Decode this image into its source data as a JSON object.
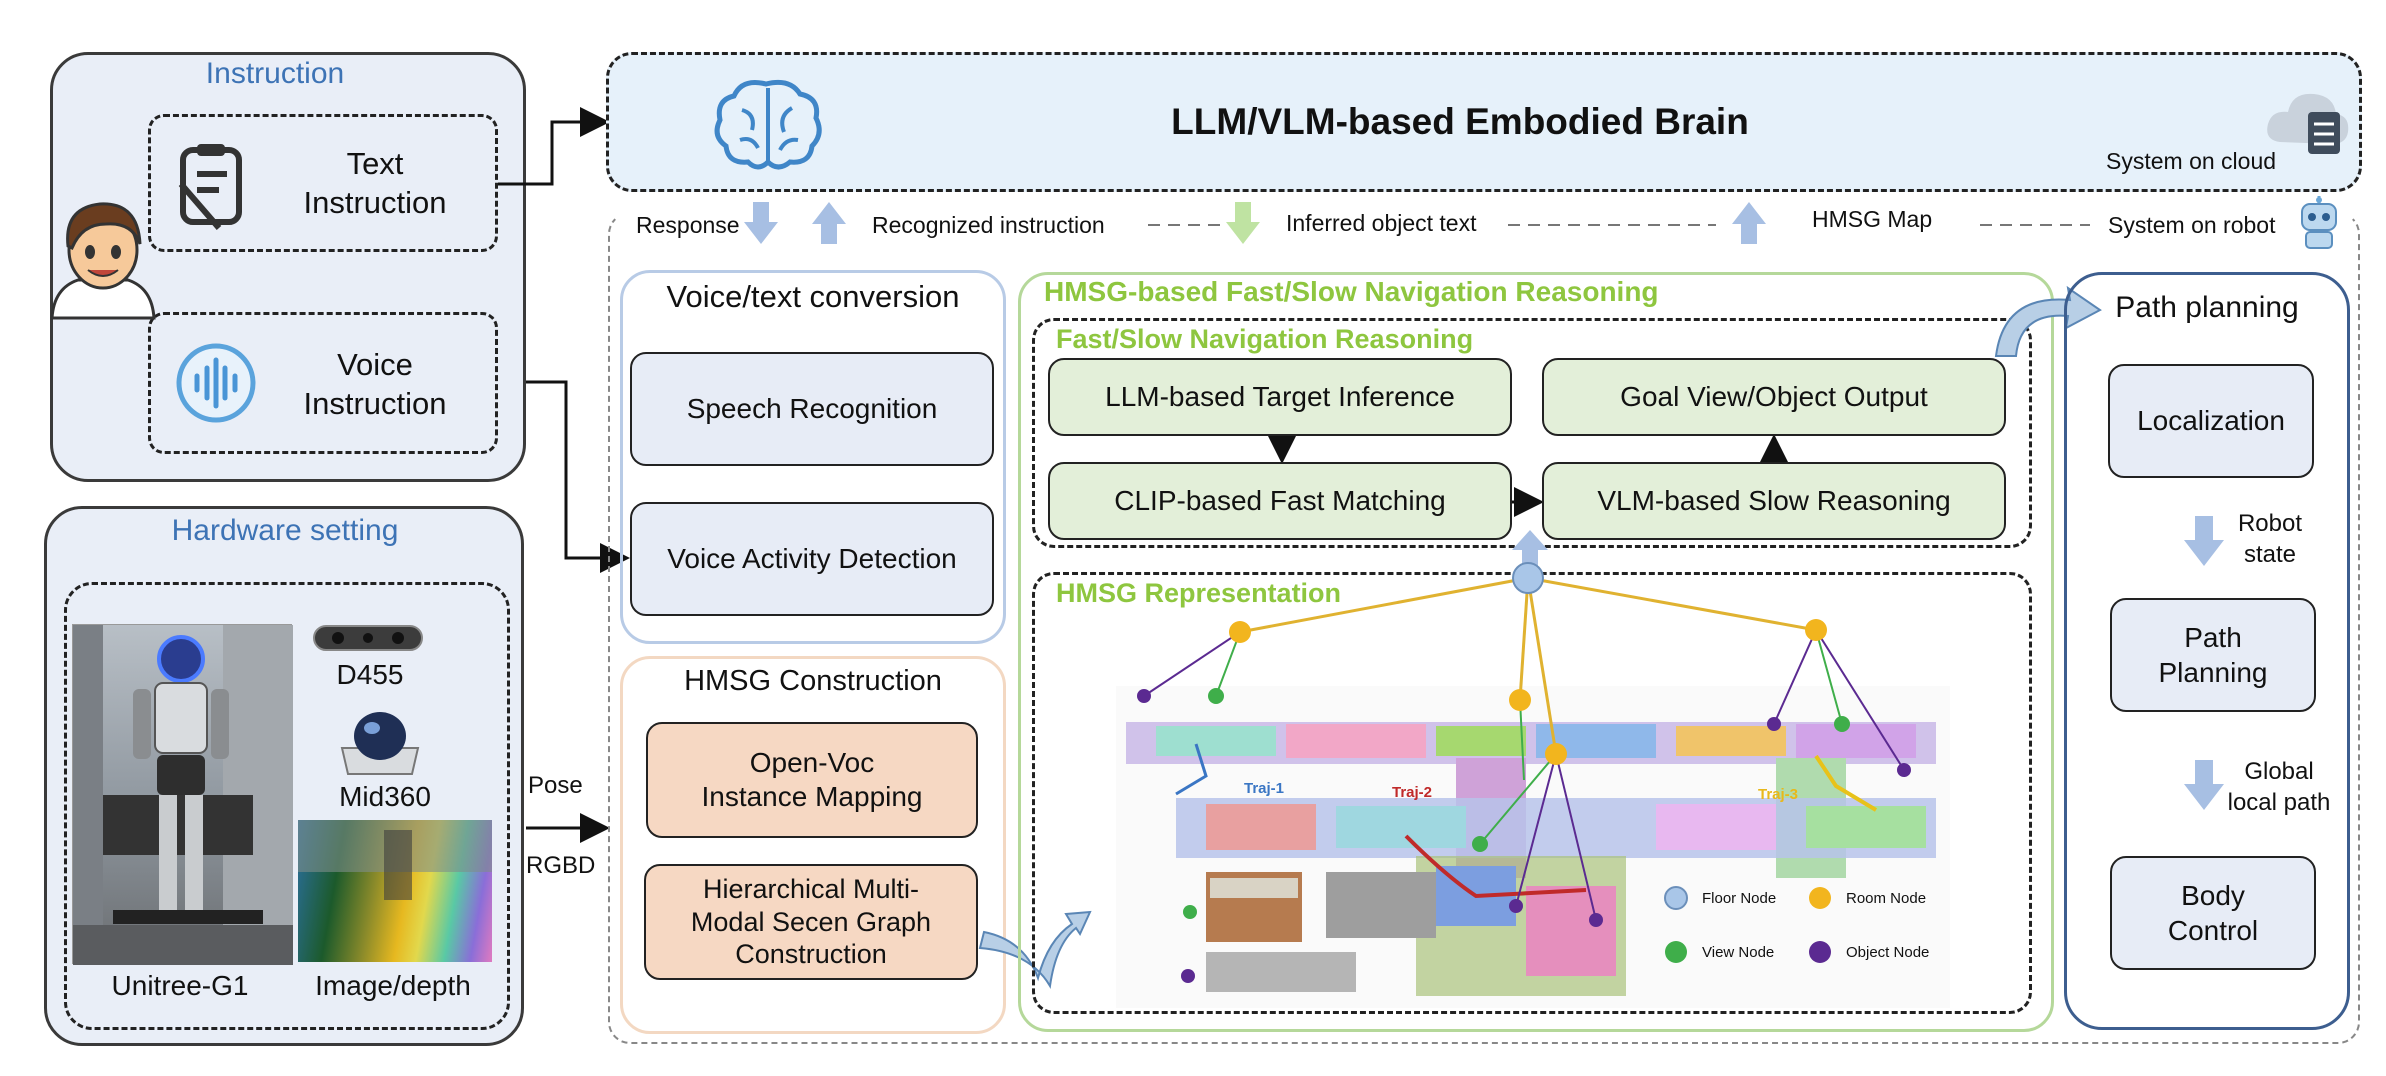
{
  "instruction": {
    "title": "Instruction",
    "text_item": "Text\nInstruction",
    "voice_item": "Voice\nInstruction"
  },
  "hardware": {
    "title": "Hardware setting",
    "robot_label": "Unitree-G1",
    "cam1_label": "D455",
    "cam2_label": "Mid360",
    "img_label": "Image/depth"
  },
  "arrows": {
    "pose": "Pose",
    "rgbd": "RGBD"
  },
  "brain": {
    "title": "LLM/VLM-based Embodied Brain",
    "cloud_label": "System on cloud"
  },
  "flow": {
    "response": "Response",
    "recognized": "Recognized instruction",
    "inferred": "Inferred object text",
    "hmsg_map": "HMSG Map",
    "robot_label": "System on robot"
  },
  "voice_conv": {
    "title": "Voice/text conversion",
    "speech": "Speech Recognition",
    "vad": "Voice Activity Detection"
  },
  "hmsg_cons": {
    "title": "HMSG Construction",
    "mapping": "Open-Voc\nInstance Mapping",
    "graph": "Hierarchical Multi-\nModal Secen Graph\nConstruction"
  },
  "nav": {
    "outer_title": "HMSG-based Fast/Slow Navigation Reasoning",
    "inner_title": "Fast/Slow Navigation Reasoning",
    "llm_target": "LLM-based Target Inference",
    "goal_output": "Goal View/Object Output",
    "clip_match": "CLIP-based Fast Matching",
    "vlm_slow": "VLM-based Slow Reasoning"
  },
  "hmsg_rep": {
    "title": "HMSG Representation",
    "traj1": "Traj-1",
    "traj2": "Traj-2",
    "traj3": "Traj-3",
    "legend": [
      "Floor Node",
      "Room Node",
      "View Node",
      "Object Node"
    ]
  },
  "path": {
    "title": "Path planning",
    "localization": "Localization",
    "robot_state": "Robot\nstate",
    "path_planning": "Path\nPlanning",
    "global_local": "Global\nlocal path",
    "body_control": "Body\nControl"
  },
  "colors": {
    "floor_node": "#a9c6e8",
    "room_node": "#f2b51e",
    "view_node": "#3fae4a",
    "object_node": "#5b2a91",
    "green_title": "#8ec63f",
    "blue_title": "#3d73b5"
  }
}
